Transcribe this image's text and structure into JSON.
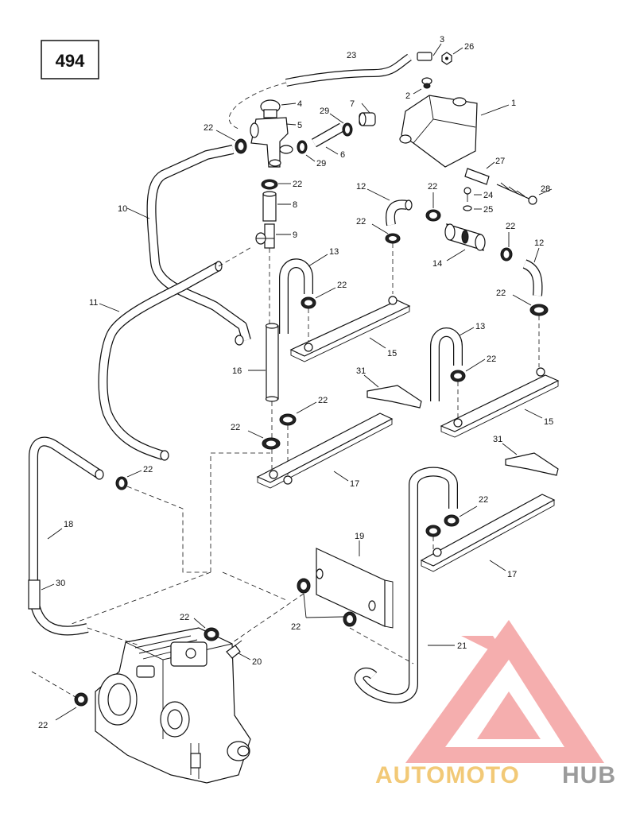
{
  "page_number": "494",
  "labels": {
    "l1": "1",
    "l2": "2",
    "l3": "3",
    "l4": "4",
    "l5": "5",
    "l6": "6",
    "l7": "7",
    "l8": "8",
    "l9": "9",
    "l10": "10",
    "l11": "11",
    "l12a": "12",
    "l12b": "12",
    "l13a": "13",
    "l13b": "13",
    "l14": "14",
    "l15a": "15",
    "l15b": "15",
    "l16": "16",
    "l17a": "17",
    "l17b": "17",
    "l18": "18",
    "l19": "19",
    "l20": "20",
    "l21": "21",
    "l22a": "22",
    "l22b": "22",
    "l22c": "22",
    "l22d": "22",
    "l22e": "22",
    "l22f": "22",
    "l22g": "22",
    "l22h": "22",
    "l22i": "22",
    "l22j": "22",
    "l22k": "22",
    "l22l": "22",
    "l22m": "22",
    "l22n": "22",
    "l22o": "22",
    "l22p": "22",
    "l23": "23",
    "l24": "24",
    "l25": "25",
    "l26": "26",
    "l27": "27",
    "l28": "28",
    "l29a": "29",
    "l29b": "29",
    "l30": "30",
    "l31a": "31",
    "l31b": "31"
  },
  "watermark": {
    "part1": "AUTOMOTO",
    "part2": "HUB",
    "color_primary": "#f4a0a0",
    "color_secondary": "#8a8a8a",
    "color_gold": "#f0c060"
  }
}
